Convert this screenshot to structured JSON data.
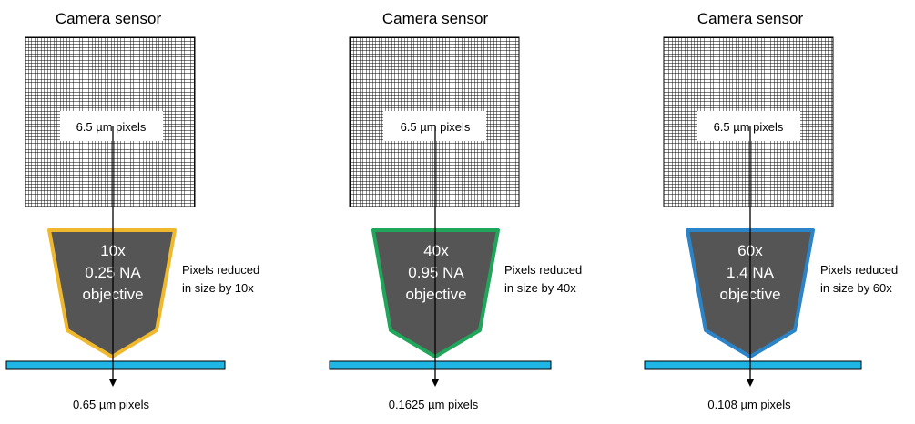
{
  "panels": [
    {
      "title": "Camera sensor",
      "sensor_label": "6.5 µm pixels",
      "objective": {
        "line1": "10x",
        "line2": "0.25 NA",
        "line3": "objective",
        "outline_color": "#f0b92d"
      },
      "side_note": {
        "line1": "Pixels reduced",
        "line2": "in size by 10x"
      },
      "output_label": "0.65 µm pixels"
    },
    {
      "title": "Camera sensor",
      "sensor_label": "6.5 µm pixels",
      "objective": {
        "line1": "40x",
        "line2": "0.95 NA",
        "line3": "objective",
        "outline_color": "#1fa65a"
      },
      "side_note": {
        "line1": "Pixels reduced",
        "line2": "in size by 40x"
      },
      "output_label": "0.1625 µm pixels"
    },
    {
      "title": "Camera sensor",
      "sensor_label": "6.5 µm pixels",
      "objective": {
        "line1": "60x",
        "line2": "1.4 NA",
        "line3": "objective",
        "outline_color": "#2b83c8"
      },
      "side_note": {
        "line1": "Pixels reduced",
        "line2": "in size by 60x"
      },
      "output_label": "0.108 µm pixels"
    }
  ],
  "colors": {
    "objective_fill": "#555555",
    "slide_fill": "#1fb6e6",
    "grid_line": "#000000"
  }
}
